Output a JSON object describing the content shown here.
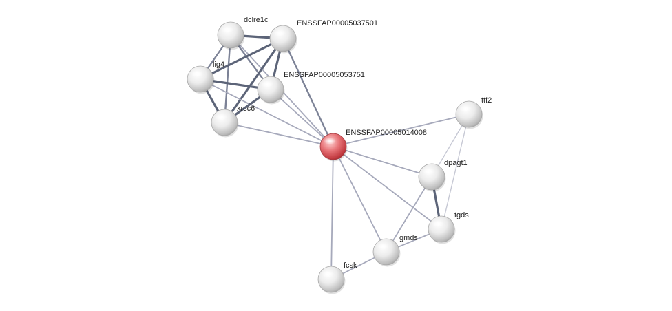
{
  "network": {
    "query_node": "ENSSFAP00005014008",
    "nodes": [
      {
        "id": "dclre1c",
        "label": "dclre1c",
        "query": false
      },
      {
        "id": "ENSSFAP00005037501",
        "label": "ENSSFAP00005037501",
        "query": false
      },
      {
        "id": "lig4",
        "label": "lig4",
        "query": false
      },
      {
        "id": "ENSSFAP00005053751",
        "label": "ENSSFAP00005053751",
        "query": false
      },
      {
        "id": "xrcc6",
        "label": "xrcc6",
        "query": false
      },
      {
        "id": "ENSSFAP00005014008",
        "label": "ENSSFAP00005014008",
        "query": true
      },
      {
        "id": "ttf2",
        "label": "ttf2",
        "query": false
      },
      {
        "id": "dpagt1",
        "label": "dpagt1",
        "query": false
      },
      {
        "id": "tgds",
        "label": "tgds",
        "query": false
      },
      {
        "id": "gmds",
        "label": "gmds",
        "query": false
      },
      {
        "id": "fcsk",
        "label": "fcsk",
        "query": false
      }
    ],
    "edges": [
      {
        "source": "dclre1c",
        "target": "ENSSFAP00005037501",
        "strength": "high"
      },
      {
        "source": "dclre1c",
        "target": "lig4",
        "strength": "medium"
      },
      {
        "source": "dclre1c",
        "target": "ENSSFAP00005053751",
        "strength": "medium"
      },
      {
        "source": "dclre1c",
        "target": "xrcc6",
        "strength": "medium"
      },
      {
        "source": "dclre1c",
        "target": "ENSSFAP00005014008",
        "strength": "low"
      },
      {
        "source": "ENSSFAP00005037501",
        "target": "lig4",
        "strength": "high"
      },
      {
        "source": "ENSSFAP00005037501",
        "target": "ENSSFAP00005053751",
        "strength": "high"
      },
      {
        "source": "ENSSFAP00005037501",
        "target": "xrcc6",
        "strength": "high"
      },
      {
        "source": "ENSSFAP00005037501",
        "target": "ENSSFAP00005014008",
        "strength": "medium"
      },
      {
        "source": "lig4",
        "target": "ENSSFAP00005053751",
        "strength": "high"
      },
      {
        "source": "lig4",
        "target": "xrcc6",
        "strength": "high"
      },
      {
        "source": "lig4",
        "target": "ENSSFAP00005014008",
        "strength": "low"
      },
      {
        "source": "ENSSFAP00005053751",
        "target": "xrcc6",
        "strength": "high"
      },
      {
        "source": "ENSSFAP00005053751",
        "target": "ENSSFAP00005014008",
        "strength": "low"
      },
      {
        "source": "xrcc6",
        "target": "ENSSFAP00005014008",
        "strength": "low"
      },
      {
        "source": "ENSSFAP00005014008",
        "target": "ttf2",
        "strength": "low"
      },
      {
        "source": "ENSSFAP00005014008",
        "target": "dpagt1",
        "strength": "low"
      },
      {
        "source": "ENSSFAP00005014008",
        "target": "tgds",
        "strength": "low"
      },
      {
        "source": "ENSSFAP00005014008",
        "target": "gmds",
        "strength": "low"
      },
      {
        "source": "ENSSFAP00005014008",
        "target": "fcsk",
        "strength": "low"
      },
      {
        "source": "ttf2",
        "target": "dpagt1",
        "strength": "faint"
      },
      {
        "source": "ttf2",
        "target": "tgds",
        "strength": "faint"
      },
      {
        "source": "dpagt1",
        "target": "tgds",
        "strength": "high"
      },
      {
        "source": "dpagt1",
        "target": "gmds",
        "strength": "low"
      },
      {
        "source": "tgds",
        "target": "gmds",
        "strength": "low"
      },
      {
        "source": "gmds",
        "target": "fcsk",
        "strength": "low"
      }
    ],
    "colors": {
      "query_node": "#e05a5e",
      "node": "#e8e8e8",
      "edge_high": "#5c6478",
      "edge_medium": "#7c8296",
      "edge_low": "#a6a9bb",
      "edge_faint": "#c6c8d4"
    }
  }
}
